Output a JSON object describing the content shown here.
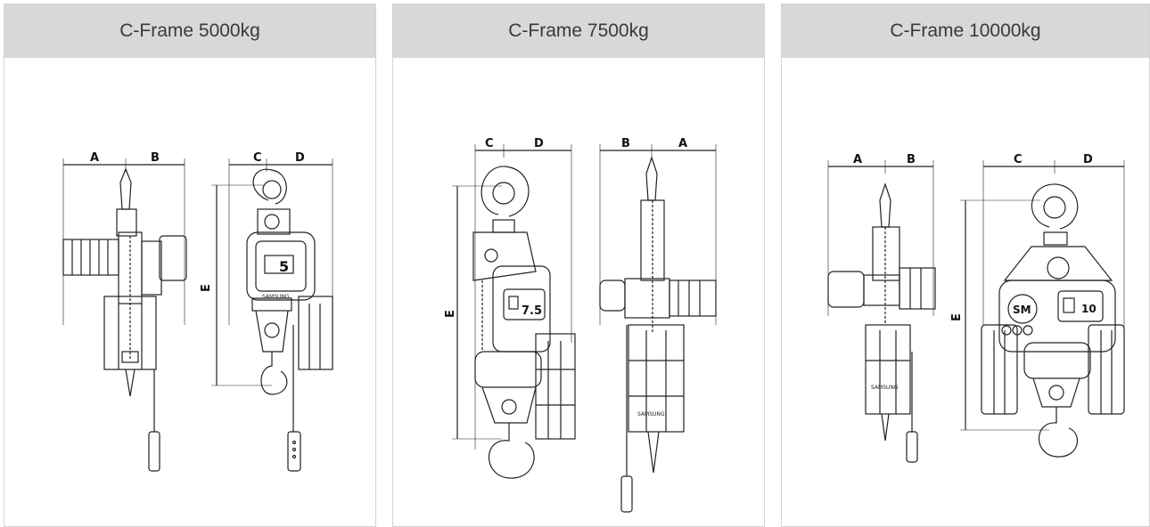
{
  "cards": [
    {
      "title": "C-Frame 5000kg",
      "dimension_labels": {
        "a": "A",
        "b": "B",
        "c": "C",
        "d": "D",
        "e": "E"
      },
      "capacity_mark": "5",
      "brand_plate": "SAMSUNG"
    },
    {
      "title": "C-Frame 7500kg",
      "dimension_labels": {
        "a": "A",
        "b": "B",
        "c": "C",
        "d": "D",
        "e": "E"
      },
      "capacity_mark": "7.5",
      "brand_plate": "SAMSUNG"
    },
    {
      "title": "C-Frame 10000kg",
      "dimension_labels": {
        "a": "A",
        "b": "B",
        "c": "C",
        "d": "D",
        "e": "E"
      },
      "capacity_mark": "10",
      "brand_plate": "SAMSUNG",
      "logo": "SM"
    }
  ]
}
